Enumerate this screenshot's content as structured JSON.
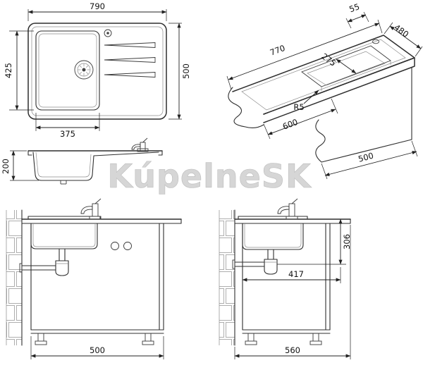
{
  "title": "kitchen-sink-technical-drawing",
  "watermark": "KúpelneSK",
  "colors": {
    "line": "#2f2f2f",
    "dimension": "#222222",
    "watermark": "#cdcdcd",
    "brick": "#9a9a9a"
  },
  "plan_view": {
    "overall_width": "790",
    "overall_depth": "500",
    "bowl_depth": "425",
    "bowl_width": "375"
  },
  "perspective_view": {
    "rim_offset": "55",
    "cutout_depth": "480",
    "cutout_length": "770",
    "bowl_width": "275",
    "corner_radius": "R5",
    "cabinet_front": "600",
    "cabinet_bottom": "500"
  },
  "section_view": {
    "bowl_height": "200"
  },
  "front_view": {
    "cabinet_width": "500"
  },
  "side_view": {
    "drain_height": "306",
    "drain_distance": "417",
    "total_depth": "560"
  }
}
